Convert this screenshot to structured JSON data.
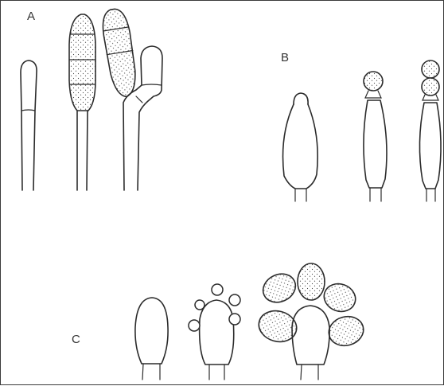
{
  "figure": {
    "panels": [
      {
        "id": "a",
        "label": "A"
      },
      {
        "id": "b",
        "label": "B"
      },
      {
        "id": "c",
        "label": "C"
      }
    ],
    "colors": {
      "ink": "#2b2b2b",
      "paper": "#ffffff",
      "frame": "#3a3a3a"
    }
  }
}
